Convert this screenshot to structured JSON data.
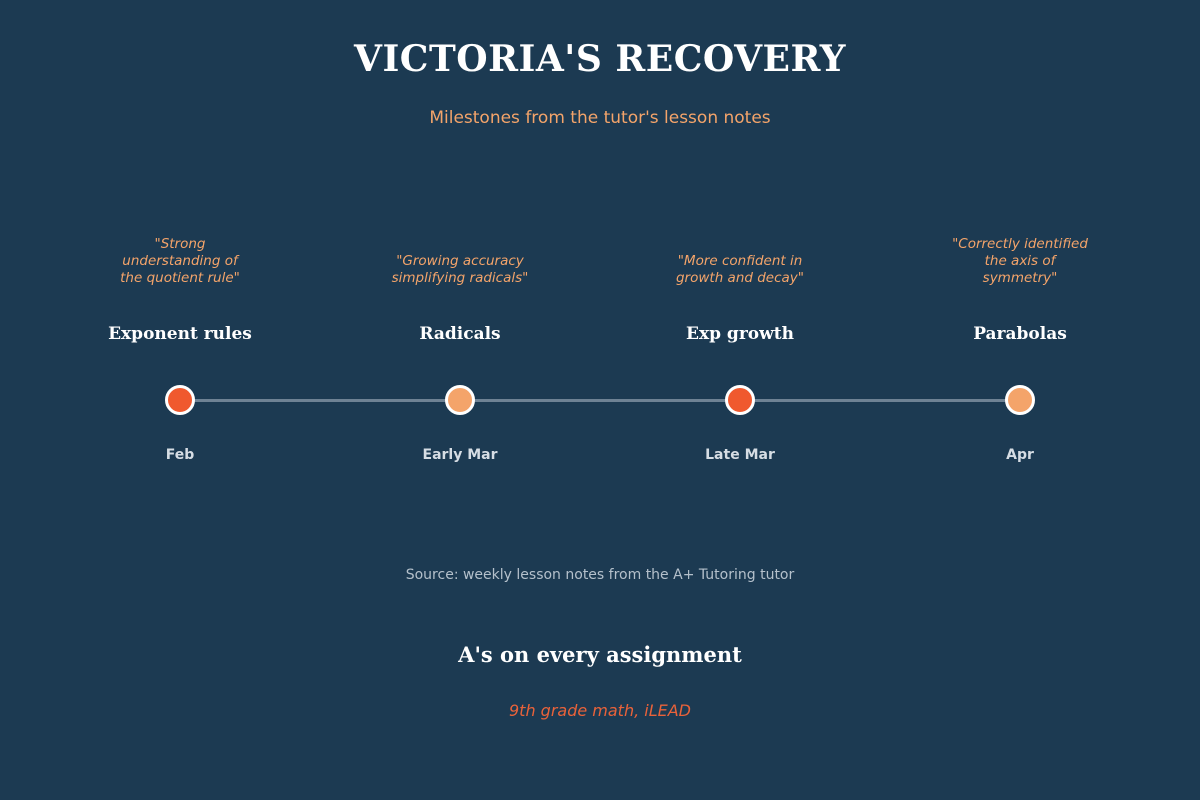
{
  "title": "VICTORIA'S RECOVERY",
  "subtitle": "Milestones from the tutor's lesson notes",
  "colors": {
    "background": "#1c3a52",
    "accent_dark": "#f0592e",
    "accent_light": "#f4a46a",
    "line": "#6e8294",
    "text": "#ffffff"
  },
  "milestones": [
    {
      "topic": "Exponent rules",
      "quote": "\"Strong understanding of the quotient rule\"",
      "date": "Feb",
      "dot_color": "#f0592e"
    },
    {
      "topic": "Radicals",
      "quote": "\"Growing accuracy simplifying radicals\"",
      "date": "Early Mar",
      "dot_color": "#f4a46a"
    },
    {
      "topic": "Exp growth",
      "quote": "\"More confident in growth and decay\"",
      "date": "Late Mar",
      "dot_color": "#f0592e"
    },
    {
      "topic": "Parabolas",
      "quote": "\"Correctly identified the axis of symmetry\"",
      "date": "Apr",
      "dot_color": "#f4a46a"
    }
  ],
  "source": "Source: weekly lesson notes from the A+ Tutoring tutor",
  "headline": "A's on every assignment",
  "tagline": "9th grade math, iLEAD"
}
